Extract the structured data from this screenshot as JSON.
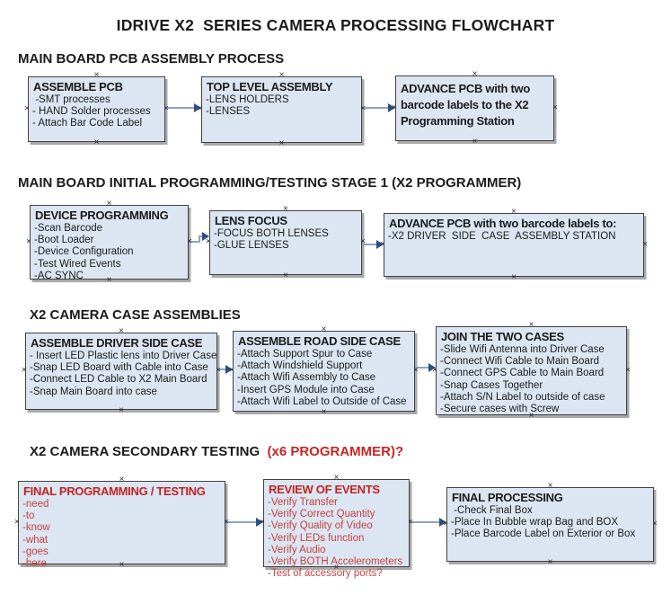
{
  "title": "IDRIVE X2  SERIES CAMERA PROCESSING FLOWCHART",
  "colors": {
    "box_fill": "#dce6f2",
    "box_border": "#414141",
    "box_shadow": "#a8a8a8",
    "black_text": "#1b1b1b",
    "red_text": "#c62625",
    "arrow_line": "#8ba2c4",
    "arrow_head": "#2e4d80"
  },
  "icons": {
    "connection_handle": "×"
  },
  "sections": [
    {
      "heading": "MAIN BOARD PCB ASSEMBLY PROCESS",
      "heading_suffix": "",
      "boxes": [
        {
          "title": "ASSEMBLE PCB",
          "lines": [
            " -SMT processes",
            "- HAND Solder processes",
            "- Attach Bar Code Label"
          ]
        },
        {
          "title": "TOP LEVEL ASSEMBLY",
          "lines": [
            "-LENS HOLDERS",
            "-LENSES"
          ]
        },
        {
          "title": "ADVANCE PCB with two barcode labels to the X2 Programming Station",
          "lines": []
        }
      ]
    },
    {
      "heading": "MAIN BOARD INITIAL PROGRAMMING/TESTING STAGE 1 (X2 PROGRAMMER)",
      "heading_suffix": "",
      "boxes": [
        {
          "title": "DEVICE PROGRAMMING",
          "lines": [
            "-Scan Barcode",
            "-Boot Loader",
            "-Device Configuration",
            "-Test Wired Events",
            "-AC SYNC"
          ]
        },
        {
          "title": "LENS FOCUS",
          "lines": [
            "-FOCUS BOTH LENSES",
            "-GLUE LENSES"
          ]
        },
        {
          "title": "ADVANCE PCB with two barcode labels to:",
          "lines": [
            "-X2 DRIVER  SIDE  CASE  ASSEMBLY STATION"
          ]
        }
      ]
    },
    {
      "heading": "X2 CAMERA CASE ASSEMBLIES",
      "heading_suffix": "",
      "boxes": [
        {
          "title": "ASSEMBLE DRIVER SIDE CASE",
          "lines": [
            "- Insert LED Plastic lens into Driver Case",
            "-Snap LED Board with Cable into Case",
            "-Connect LED Cable to X2 Main Board",
            "-Snap Main Board into case"
          ]
        },
        {
          "title": "ASSEMBLE ROAD SIDE CASE",
          "lines": [
            "-Attach Support Spur to Case",
            "-Attach Windshield Support",
            "-Attach Wifi Assembly to Case",
            "-Insert GPS Module into Case",
            "-Attach Wifi Label to Outside of Case"
          ]
        },
        {
          "title": "JOIN THE TWO CASES",
          "lines": [
            "-Slide Wifi Antenna into Driver Case",
            "-Connect Wifi Cable to Main Board",
            "-Connect GPS Cable to Main Board",
            "-Snap Cases Together",
            "-Attach S/N Label to outside of case",
            "-Secure cases with Screw"
          ]
        }
      ]
    },
    {
      "heading": "X2 CAMERA SECONDARY TESTING ",
      "heading_suffix": " (x6 PROGRAMMER)?",
      "boxes": [
        {
          "title": "FINAL PROGRAMMING / TESTING",
          "text_color": "red-box",
          "lines": [
            "-need",
            "-to",
            "-know",
            "-what",
            "-goes",
            "-here"
          ]
        },
        {
          "title": "REVIEW OF EVENTS",
          "text_color": "red-box",
          "lines": [
            "-Verify Transfer",
            "-Verify Correct Quantity",
            "-Verify Quality of Video",
            "-Verify LEDs function",
            "-Verify Audio",
            "-Verify BOTH Accelerometers",
            "-Test of accessory ports?"
          ]
        },
        {
          "title": "FINAL PROCESSING",
          "lines": [
            " -Check Final Box",
            "-Place In Bubble wrap Bag and BOX",
            "-Place Barcode Label on Exterior or Box"
          ]
        }
      ]
    }
  ]
}
